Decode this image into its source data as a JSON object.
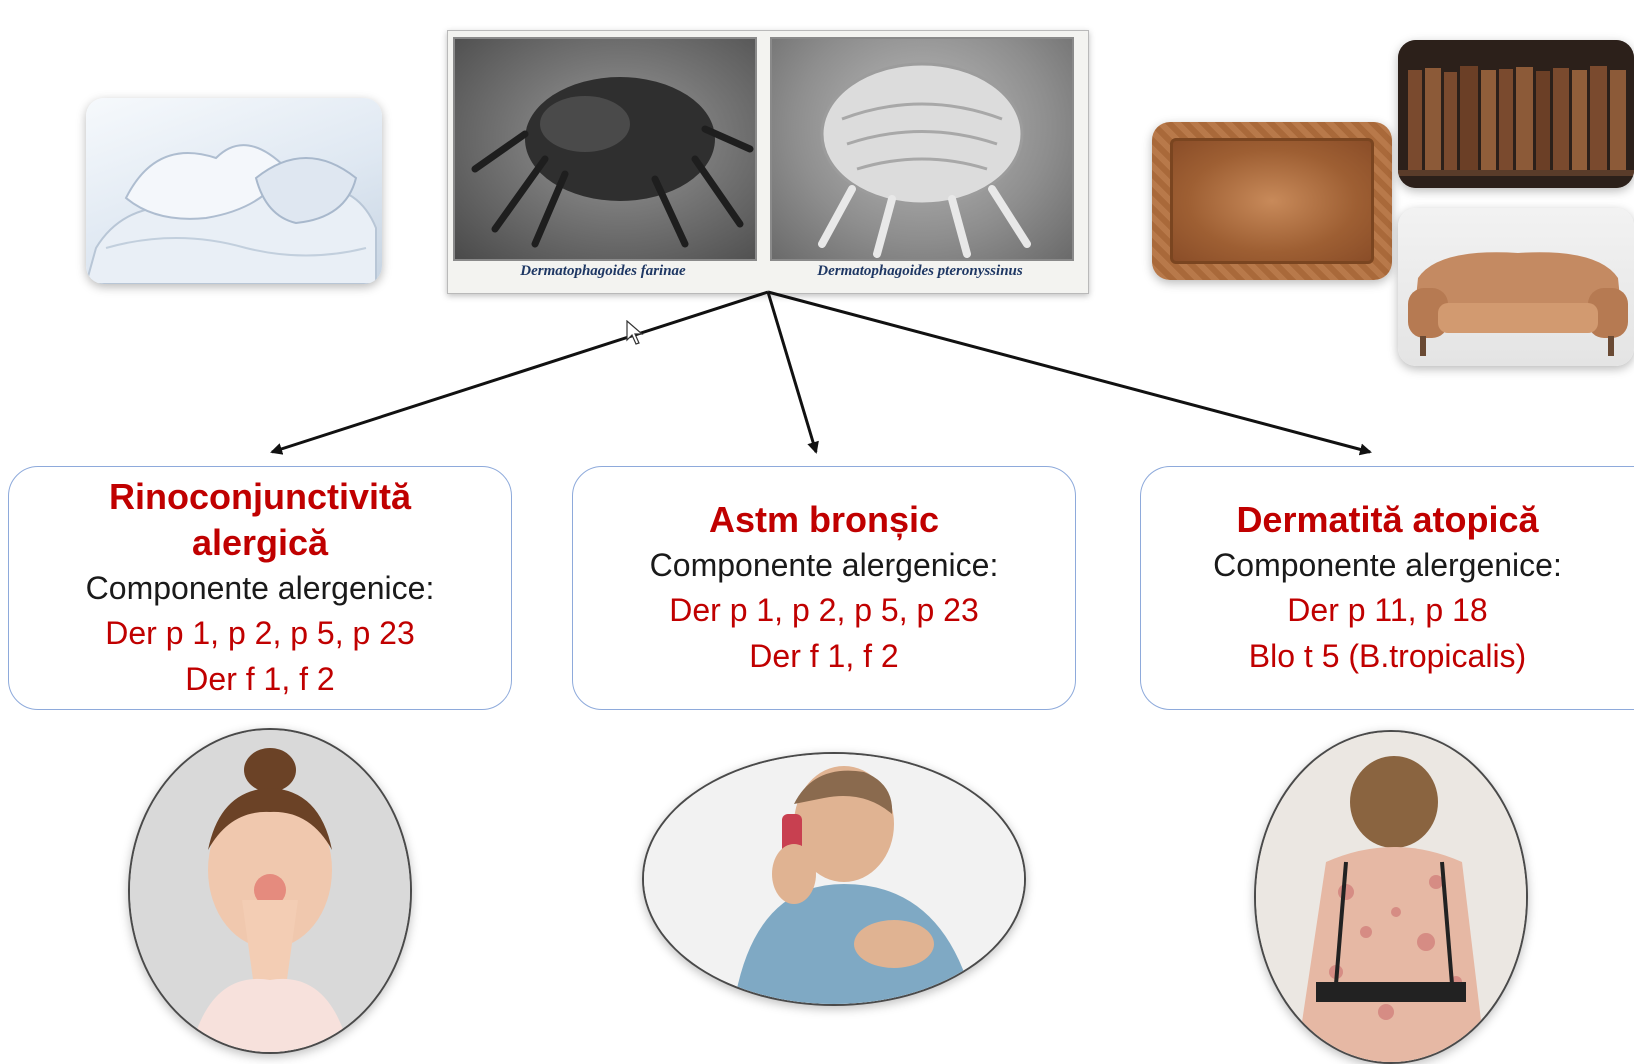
{
  "mites": {
    "caption_left": "Dermatophagoides farinae",
    "caption_right": "Dermatophagoides pteronyssinus"
  },
  "conditions": [
    {
      "title": "Rinoconjunctivită alergică",
      "components_label": "Componente alergenice:",
      "lines": [
        "Der p 1, p 2, p 5, p 23",
        "Der f 1, f 2"
      ]
    },
    {
      "title": "Astm bronșic",
      "components_label": "Componente alergenice:",
      "lines": [
        "Der p 1, p 2, p 5, p 23",
        "Der f 1, f 2"
      ]
    },
    {
      "title": "Dermatită atopică",
      "components_label": "Componente alergenice:",
      "lines": [
        "Der p 11, p 18",
        "Blo t 5 (B.tropicalis)"
      ]
    }
  ],
  "colors": {
    "accent_red": "#c00000",
    "box_border": "#8eaadb",
    "arrow": "#111111",
    "caption_blue": "#1f3864"
  },
  "icons": [
    "pillows-photo",
    "dust-mite-photo",
    "carpet-photo",
    "books-photo",
    "sofa-photo",
    "sneezing-woman-photo",
    "inhaler-man-photo",
    "eczema-back-photo",
    "mouse-cursor-icon"
  ]
}
